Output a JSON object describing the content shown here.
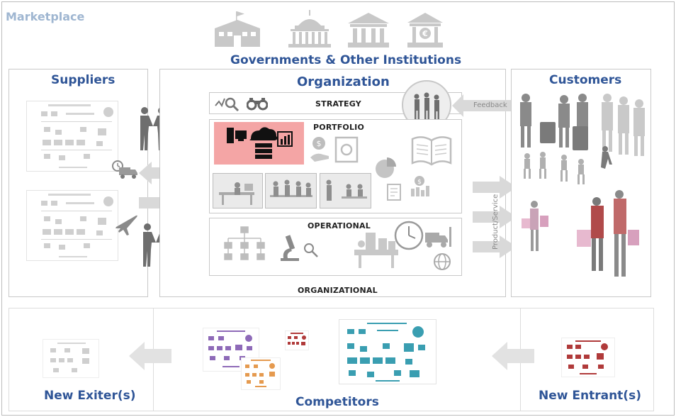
{
  "marketplace": {
    "label": "Marketplace"
  },
  "governments": {
    "label": "Governments & Other Institutions"
  },
  "suppliers": {
    "label": "Suppliers"
  },
  "organization": {
    "label": "Organization",
    "strategy_label": "STRATEGY",
    "portfolio_label": "PORTFOLIO",
    "operational_label": "OPERATIONAL",
    "organizational_label": "ORGANIZATIONAL"
  },
  "customers": {
    "label": "Customers"
  },
  "flows": {
    "feedback": "Feedback",
    "product_service": "Product/Service"
  },
  "bottom": {
    "new_exiters": "New Exiter(s)",
    "competitors": "Competitors",
    "new_entrants": "New Entrant(s)"
  },
  "colors": {
    "title": "#2f5597",
    "highlight": "#f4a5a5",
    "arrow": "#d9d9d9",
    "competitor_purple": "#8e6ab8",
    "competitor_orange": "#e59a4f",
    "competitor_teal": "#3a9eb1",
    "entrant_red": "#b03a3a"
  }
}
